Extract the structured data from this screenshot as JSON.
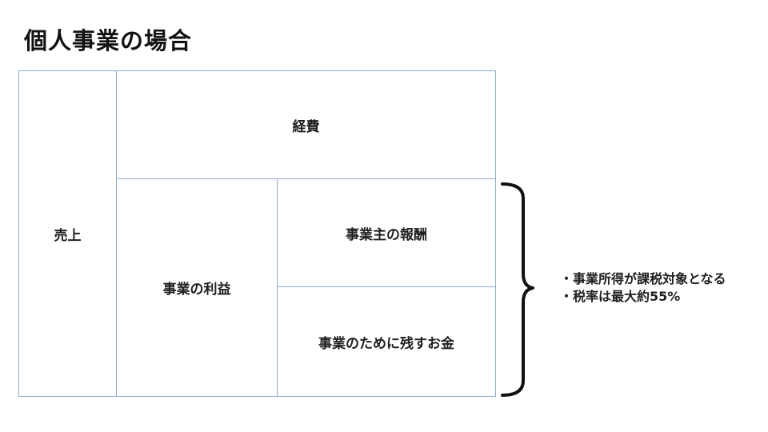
{
  "title": "個人事業の場合",
  "boxes": {
    "sales": "売上",
    "expenses": "経費",
    "business_profit": "事業の利益",
    "owner_compensation": "事業主の報酬",
    "retained_money": "事業のために残すお金"
  },
  "notes": [
    "・事業所得が課税対象となる",
    "・税率は最大約55%"
  ]
}
